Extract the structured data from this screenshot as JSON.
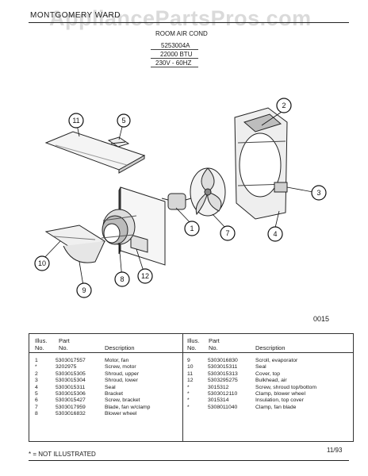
{
  "header": {
    "brand": "MONTGOMERY WARD",
    "watermark": "AppliancePartsPros.com",
    "product_type": "ROOM AIR COND",
    "model": "5253004A",
    "btu": "22000 BTU",
    "electrical": "230V - 60HZ"
  },
  "diagram": {
    "callouts": [
      "1",
      "2",
      "3",
      "4",
      "5",
      "7",
      "8",
      "9",
      "10",
      "11",
      "12"
    ],
    "figure_code": "0015"
  },
  "parts_table": {
    "headers": {
      "illus_no": "Illus. No.",
      "illus_l1": "Illus.",
      "illus_l2": "No.",
      "part_l1": "Part",
      "part_l2": "No.",
      "description": "Description"
    },
    "left_rows": [
      {
        "illus": "1",
        "part": "5303017557",
        "desc": "Motor, fan"
      },
      {
        "illus": "*",
        "part": "3202975",
        "desc": "Screw, motor"
      },
      {
        "illus": "2",
        "part": "5303015305",
        "desc": "Shroud, upper"
      },
      {
        "illus": "3",
        "part": "5303015304",
        "desc": "Shroud, lower"
      },
      {
        "illus": "4",
        "part": "5303015311",
        "desc": "Seal"
      },
      {
        "illus": "5",
        "part": "5303015306",
        "desc": "Bracket"
      },
      {
        "illus": "6",
        "part": "5303015427",
        "desc": "Screw, bracket"
      },
      {
        "illus": "7",
        "part": "5303017959",
        "desc": "Blade, fan w/clamp"
      },
      {
        "illus": "8",
        "part": "5303016832",
        "desc": "Blower wheel"
      }
    ],
    "right_rows": [
      {
        "illus": "9",
        "part": "5303016830",
        "desc": "Scroll, evaporator"
      },
      {
        "illus": "10",
        "part": "5303015311",
        "desc": "Seal"
      },
      {
        "illus": "11",
        "part": "5303015313",
        "desc": "Cover, top"
      },
      {
        "illus": "12",
        "part": "5303295275",
        "desc": "Bulkhead, air"
      },
      {
        "illus": "*",
        "part": "3015312",
        "desc": "Screw, shroud top/bottom"
      },
      {
        "illus": "*",
        "part": "5303012110",
        "desc": "Clamp, blower wheel"
      },
      {
        "illus": "*",
        "part": "3015314",
        "desc": "Insulation, top cover"
      },
      {
        "illus": "*",
        "part": "5308011040",
        "desc": "Clamp, fan blade"
      }
    ]
  },
  "footer": {
    "note": "* = NOT ILLUSTRATED",
    "date": "11/93"
  }
}
